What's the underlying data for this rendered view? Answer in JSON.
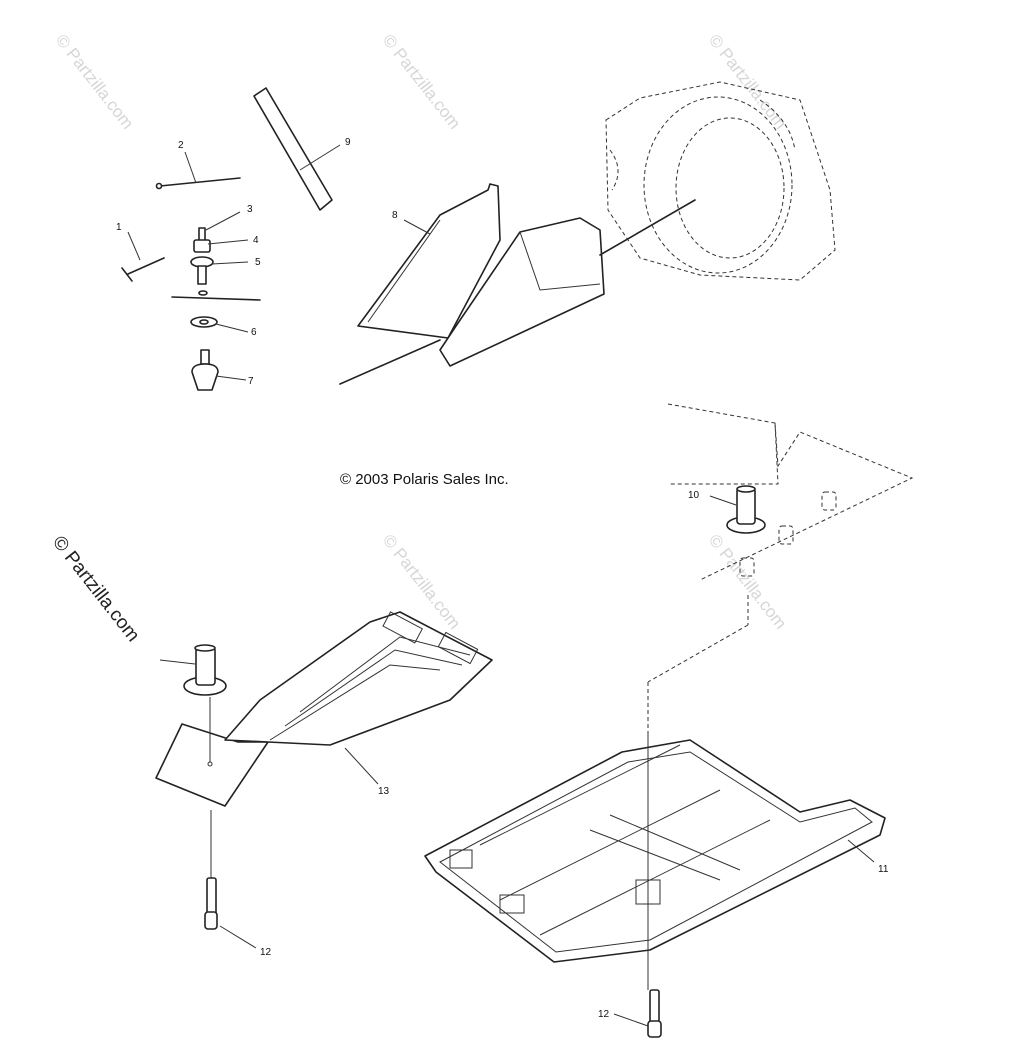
{
  "copyright": "© 2003 Polaris Sales Inc.",
  "watermark": "© Partzilla.com",
  "callouts": {
    "c1": "1",
    "c2": "2",
    "c3": "3",
    "c4": "4",
    "c5": "5",
    "c6": "6",
    "c7": "7",
    "c8": "8",
    "c9": "9",
    "c10": "10",
    "c11": "11",
    "c12a": "12",
    "c12b": "12",
    "c13": "13"
  }
}
